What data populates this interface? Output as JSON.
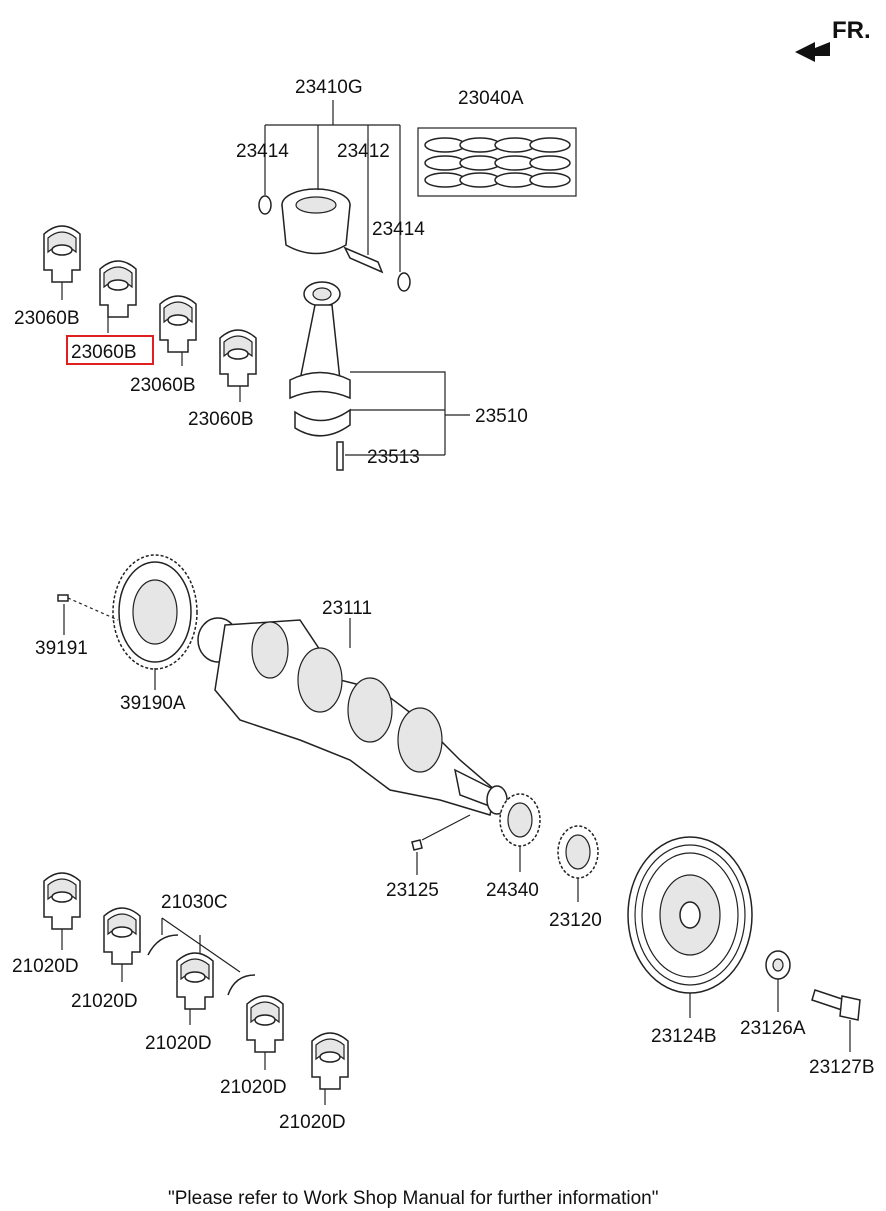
{
  "orientation_label": "FR.",
  "highlight_color": "#e02020",
  "parts": {
    "p23410G": "23410G",
    "p23040A": "23040A",
    "p23414_a": "23414",
    "p23412": "23412",
    "p23414_b": "23414",
    "p23060B_1": "23060B",
    "p23060B_2": "23060B",
    "p23060B_3": "23060B",
    "p23060B_4": "23060B",
    "p23510": "23510",
    "p23513": "23513",
    "p39191": "39191",
    "p39190A": "39190A",
    "p23111": "23111",
    "p23125": "23125",
    "p24340": "24340",
    "p23120": "23120",
    "p21030C": "21030C",
    "p21020D_1": "21020D",
    "p21020D_2": "21020D",
    "p21020D_3": "21020D",
    "p21020D_4": "21020D",
    "p21020D_5": "21020D",
    "p23124B": "23124B",
    "p23126A": "23126A",
    "p23127B": "23127B"
  },
  "footer_note": "\"Please refer to Work Shop Manual for further information\""
}
